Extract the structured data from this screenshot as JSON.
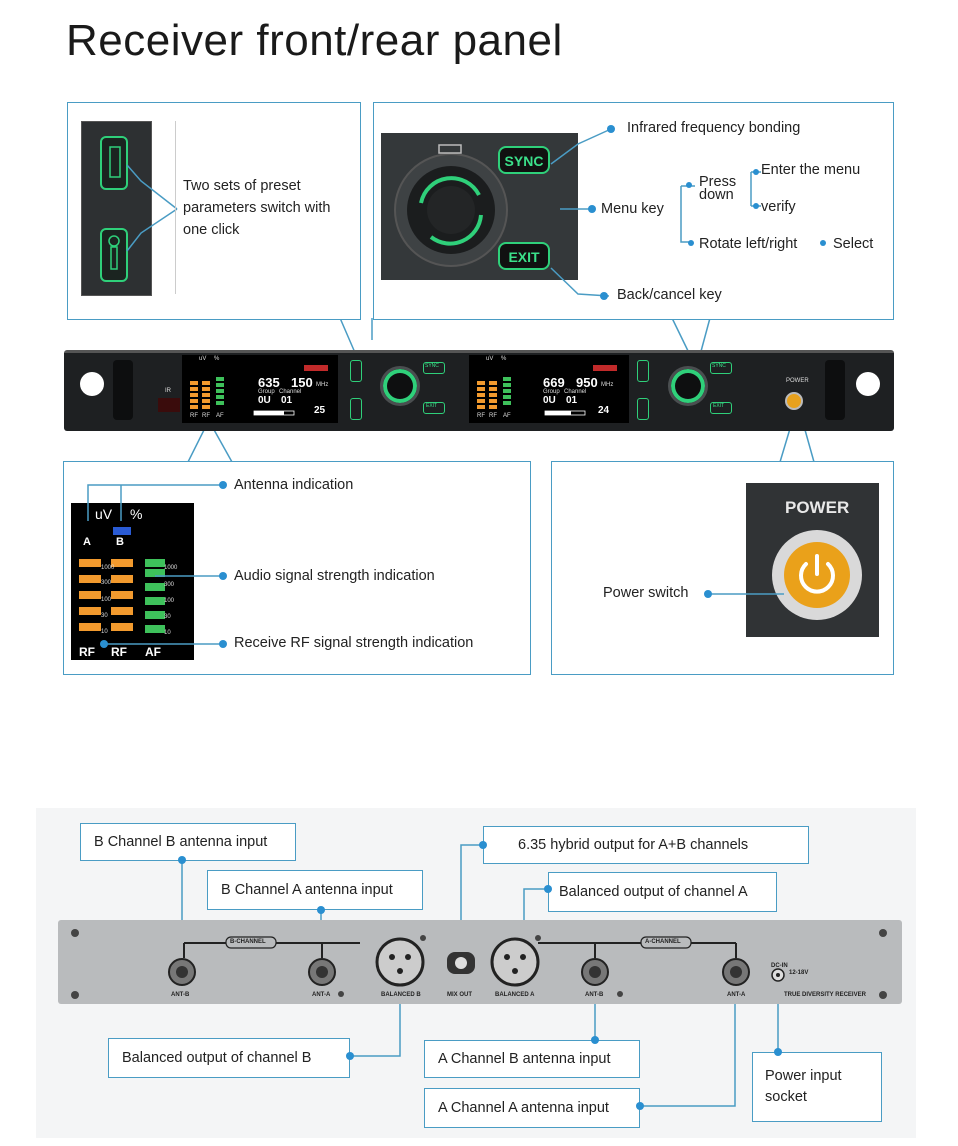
{
  "title": "Receiver front/rear panel",
  "front": {
    "preset": {
      "text_lines": [
        "Two sets of preset",
        "parameters switch with",
        "one click"
      ]
    },
    "knob": {
      "sync_label": "SYNC",
      "exit_label": "EXIT",
      "infrared": "Infrared frequency bonding",
      "menu_key": "Menu key",
      "press_down_1": "Press",
      "press_down_2": "down",
      "enter_menu": "Enter the menu",
      "verify": "verify",
      "rotate": "Rotate left/right",
      "select": "Select",
      "back_cancel": "Back/cancel key"
    },
    "device": {
      "ir_label": "IR",
      "power_label": "POWER",
      "sync_small": "SYNC",
      "exit_small": "EXIT",
      "ch1": {
        "freq_a": "635",
        "freq_b": "150",
        "mhz": "MHz",
        "group": "Group",
        "channel": "Channel",
        "group_val": "0U",
        "channel_val": "01",
        "vol": "25",
        "uv": "uV",
        "pct": "%"
      },
      "ch2": {
        "freq_a": "669",
        "freq_b": "950",
        "mhz": "MHz",
        "group": "Group",
        "channel": "Channel",
        "group_val": "0U",
        "channel_val": "01",
        "vol": "24",
        "uv": "uV",
        "pct": "%"
      },
      "meter_footer": [
        "RF",
        "RF",
        "AF"
      ]
    },
    "meter": {
      "uv": "uV",
      "pct": "%",
      "a": "A",
      "b": "B",
      "levels": [
        "1000",
        "300",
        "100",
        "30",
        "10"
      ],
      "footer": [
        "RF",
        "RF",
        "AF"
      ],
      "antenna": "Antenna indication",
      "audio": "Audio signal strength indication",
      "rf": "Receive RF signal strength indication"
    },
    "power": {
      "label": "POWER",
      "switch": "Power switch"
    }
  },
  "rear": {
    "b_channel_b_ant": "B Channel B antenna input",
    "b_channel_a_ant": "B Channel A antenna input",
    "hybrid": "6.35 hybrid output for A+B channels",
    "balanced_a": "Balanced output of channel A",
    "balanced_b": "Balanced output of channel B",
    "a_channel_b_ant": "A Channel B antenna input",
    "a_channel_a_ant": "A Channel A antenna input",
    "power_input_1": "Power input",
    "power_input_2": "socket",
    "panel": {
      "b_channel": "B-CHANNEL",
      "a_channel": "A-CHANNEL",
      "ant_b_1": "ANT-B",
      "ant_a_1": "ANT-A",
      "balanced_b_lbl": "BALANCED B",
      "mix_out": "MIX OUT",
      "balanced_a_lbl": "BALANCED A",
      "ant_b_2": "ANT-B",
      "ant_a_2": "ANT-A",
      "dc_in": "DC-IN",
      "dc_spec": "12-18V",
      "true_div": "TRUE DIVERSITY RECEIVER"
    }
  }
}
